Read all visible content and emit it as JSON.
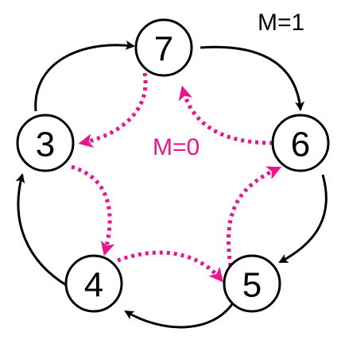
{
  "colors": {
    "outer_cycle": "#000000",
    "inner_cycle": "#e8168c",
    "node_fill": "#ffffff",
    "node_stroke": "#000000"
  },
  "nodes": [
    {
      "id": "7",
      "label": "7"
    },
    {
      "id": "6",
      "label": "6"
    },
    {
      "id": "5",
      "label": "5"
    },
    {
      "id": "4",
      "label": "4"
    },
    {
      "id": "3",
      "label": "3"
    }
  ],
  "outer_edges": [
    {
      "from": "7",
      "to": "6"
    },
    {
      "from": "6",
      "to": "5"
    },
    {
      "from": "5",
      "to": "4"
    },
    {
      "from": "4",
      "to": "3"
    },
    {
      "from": "3",
      "to": "7"
    }
  ],
  "inner_edges": [
    {
      "from": "7",
      "to": "3"
    },
    {
      "from": "3",
      "to": "4"
    },
    {
      "from": "4",
      "to": "5"
    },
    {
      "from": "5",
      "to": "6"
    },
    {
      "from": "6",
      "to": "7"
    }
  ],
  "labels": {
    "outer": "M=1",
    "inner": "M=0"
  }
}
